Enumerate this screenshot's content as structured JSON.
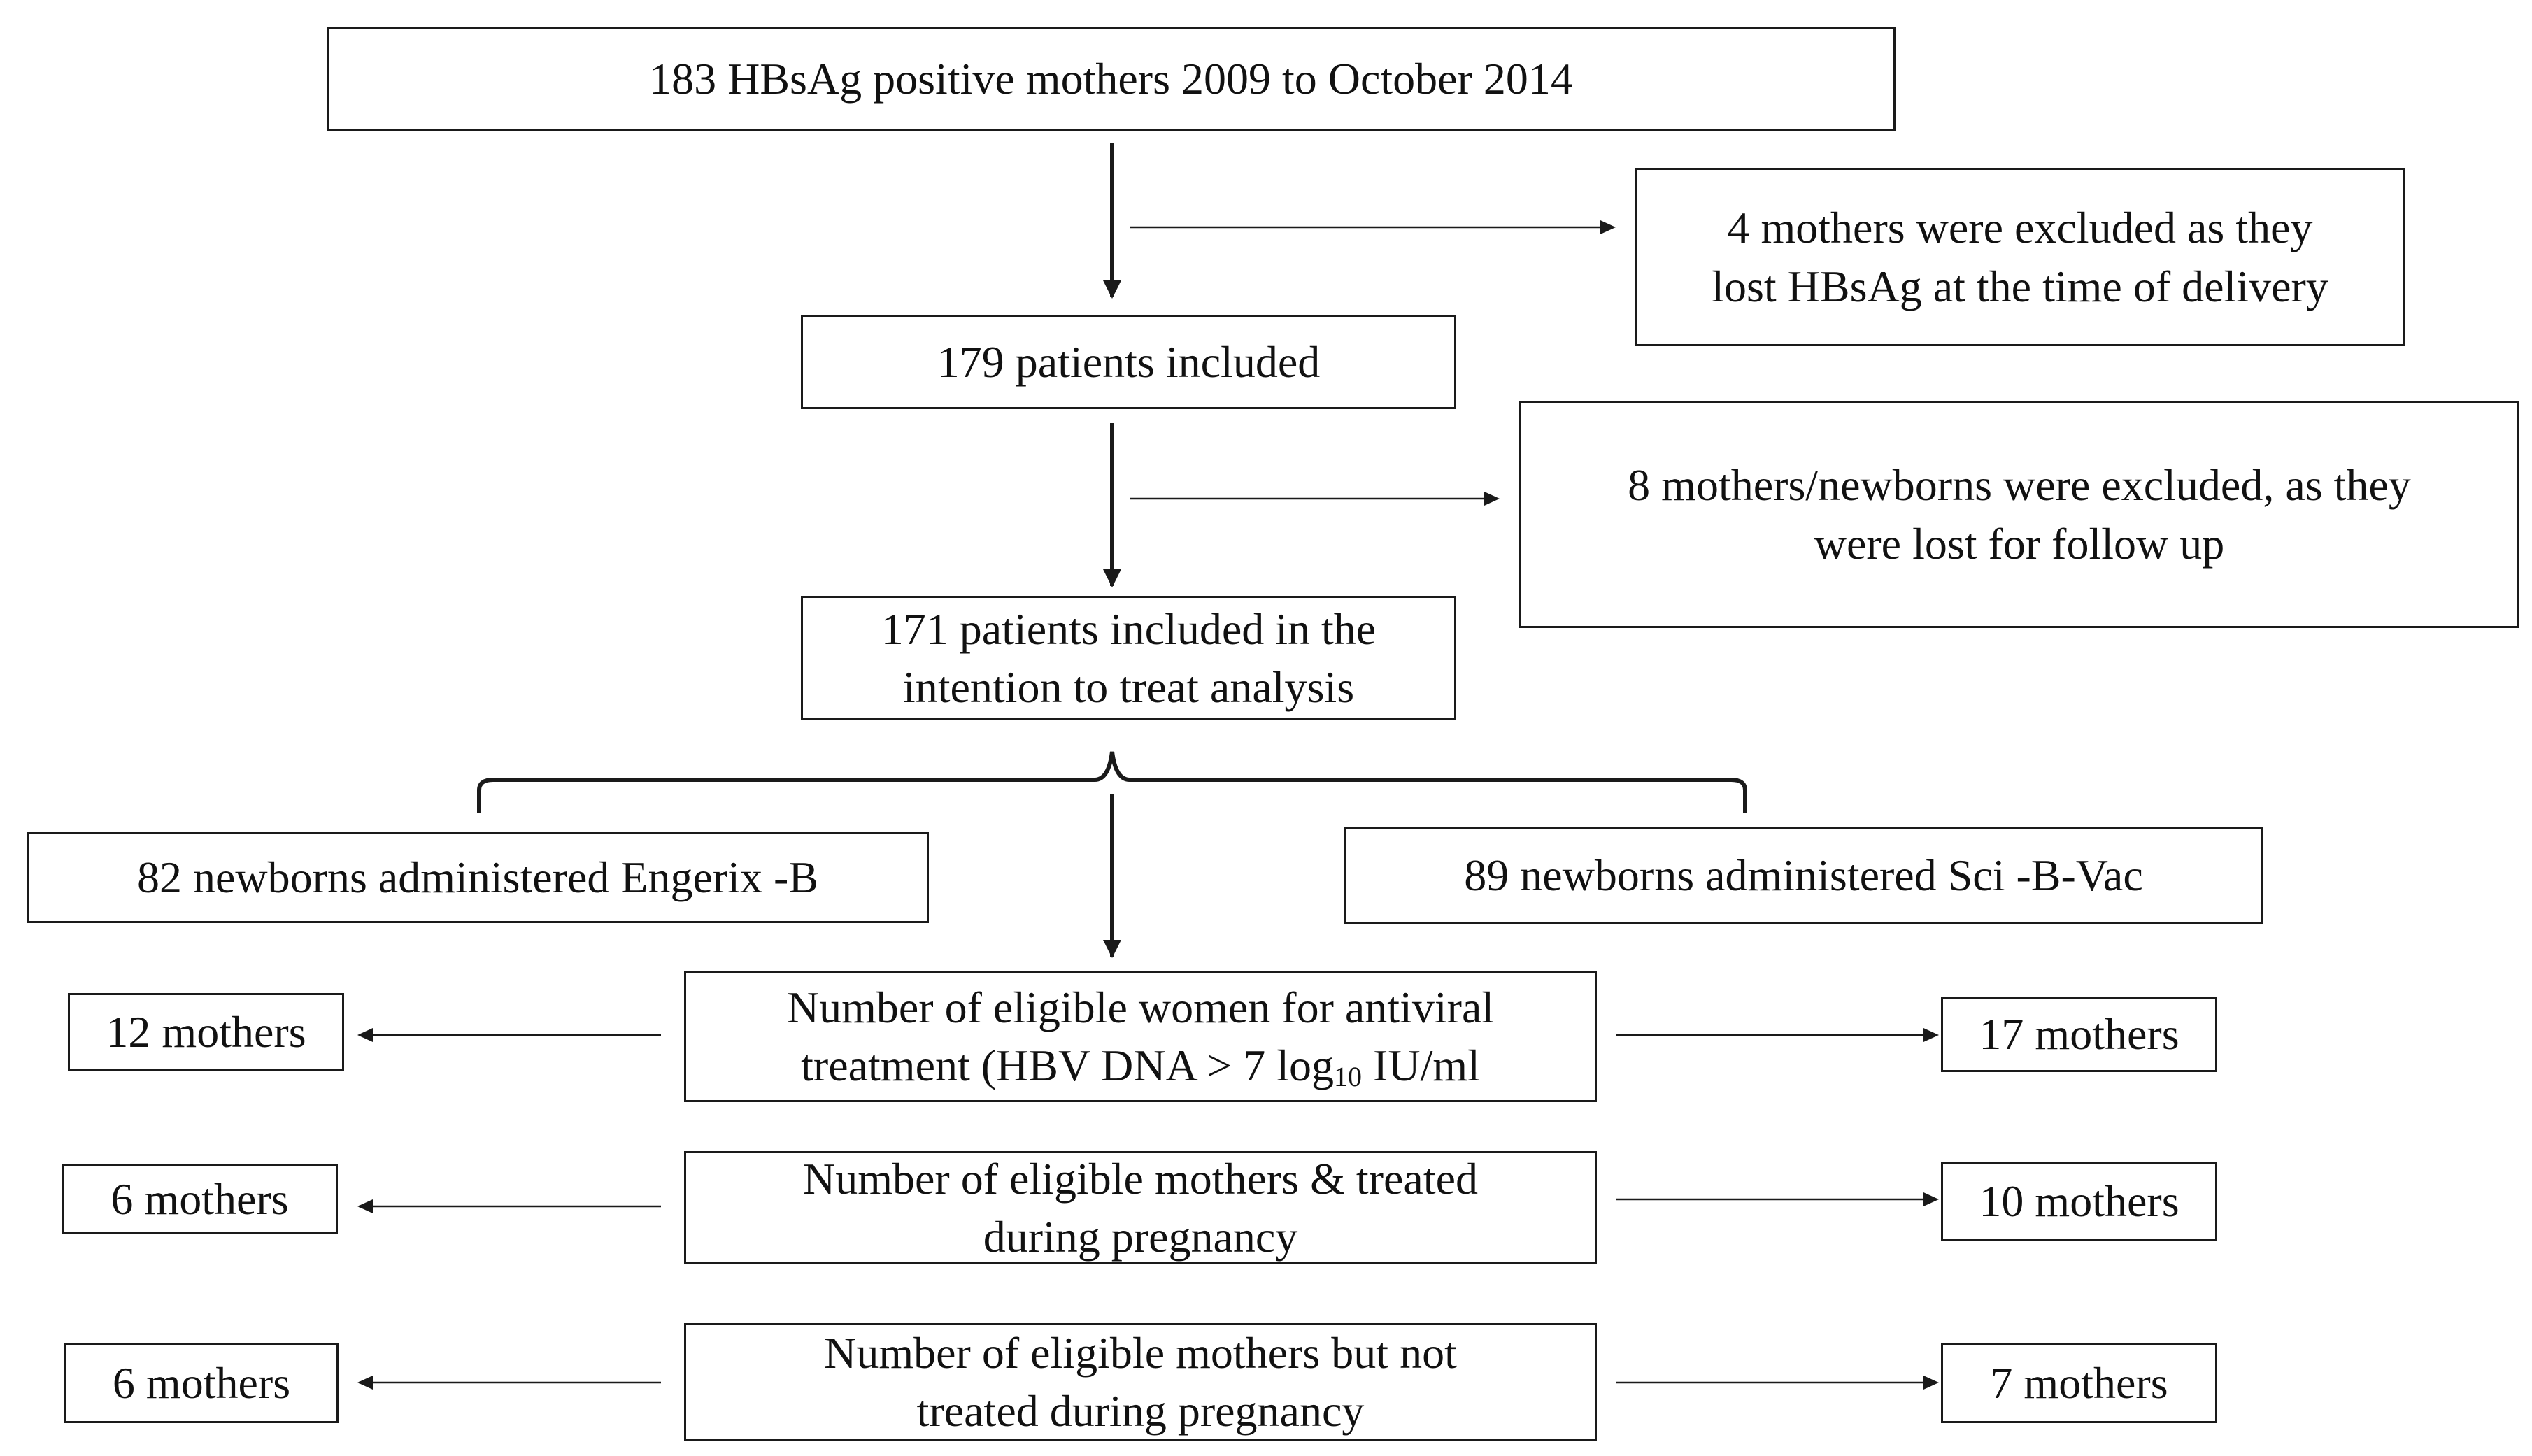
{
  "flowchart": {
    "top": {
      "text": "183  HBsAg positive mothers 2009   to October 2014"
    },
    "excluded_1": {
      "line1": "4 mothers were excluded as they",
      "line2": "lost  HBsAg at the time of delivery"
    },
    "included_179": {
      "text": "179  patients included"
    },
    "excluded_2": {
      "line1": "8 mothers/newborns were excluded, as they",
      "line2": "were lost for follow up"
    },
    "itt_171": {
      "line1": "171  patients included in the",
      "line2": "intention to treat analysis"
    },
    "engerix_group": {
      "text": "82  newborns administered  Engerix -B"
    },
    "scibvac_group": {
      "text": "89  newborns administered Sci -B-Vac"
    },
    "row_eligible": {
      "line1": "Number  of eligible women   for antiviral",
      "line2_pre": "treatment (HBV DNA > 7 log",
      "line2_sub": "10",
      "line2_post": " IU/ml",
      "left_count": "12 mothers",
      "right_count": "17 mothers"
    },
    "row_treated": {
      "line1": "Number  of eligible mothers & treated",
      "line2": "during pregnancy",
      "left_count": "6 mothers",
      "right_count": "10 mothers"
    },
    "row_not_treated": {
      "line1": "Number  of eligible mothers but not",
      "line2": "treated during pregnancy",
      "left_count": "6 mothers",
      "right_count": "7 mothers"
    }
  }
}
